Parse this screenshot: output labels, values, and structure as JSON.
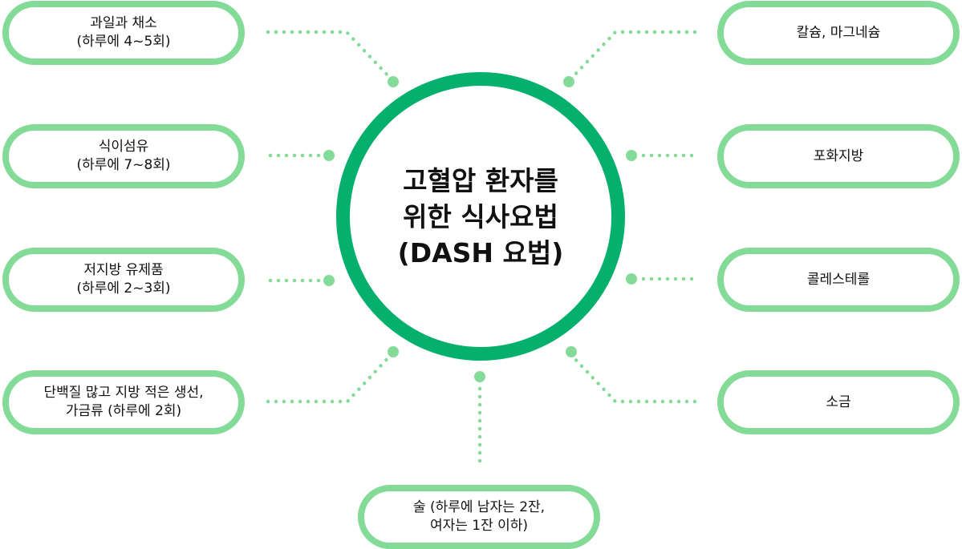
{
  "center": {
    "lines": [
      "고혈압 환자를",
      "위한 식사요법",
      "(DASH 요법)"
    ]
  },
  "left_items": [
    {
      "lines": [
        "과일과 채소",
        "(하루에 4~5회)"
      ]
    },
    {
      "lines": [
        "식이섬유",
        "(하루에 7~8회)"
      ]
    },
    {
      "lines": [
        "저지방 유제품",
        "(하루에 2~3회)"
      ]
    },
    {
      "lines": [
        "단백질 많고 지방 적은 생선,",
        "가금류 (하루에 2회)"
      ]
    }
  ],
  "right_items": [
    {
      "lines": [
        "칼슘, 마그네슘"
      ]
    },
    {
      "lines": [
        "포화지방"
      ]
    },
    {
      "lines": [
        "콜레스테롤"
      ]
    },
    {
      "lines": [
        "소금"
      ]
    }
  ],
  "bottom_item": {
    "lines": [
      "술 (하루에 남자는 2잔,",
      "여자는 1잔 이하)"
    ]
  },
  "colors": {
    "ring": "#05af6c",
    "pill_border": "#84db97",
    "connector": "#84db97"
  }
}
